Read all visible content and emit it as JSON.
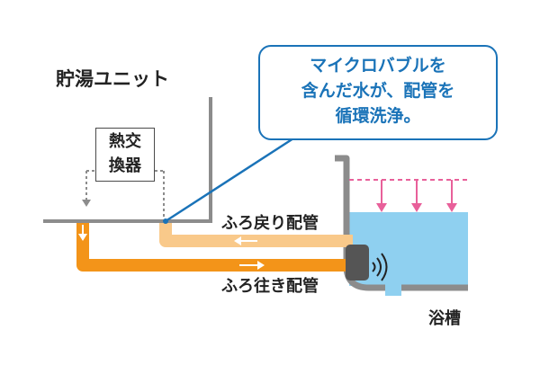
{
  "storage_unit": {
    "title": "貯湯ユニット"
  },
  "heat_exchanger": {
    "line1": "熱交",
    "line2": "換器"
  },
  "callout": {
    "lines": [
      "マイクロバブルを",
      "含んだ水が、配管を",
      "循環洗浄。"
    ],
    "color": "#1a73b8"
  },
  "pipes": {
    "return_label": "ふろ戻り配管",
    "supply_label": "ふろ往き配管",
    "return_color": "#f9c98a",
    "supply_color": "#f39419"
  },
  "bathtub": {
    "label": "浴槽",
    "water_color": "#8fd0f0",
    "pressure_arrow_color": "#e8609a"
  },
  "colors": {
    "wall": "#8c8c8c",
    "arrow": "#ffffff"
  }
}
